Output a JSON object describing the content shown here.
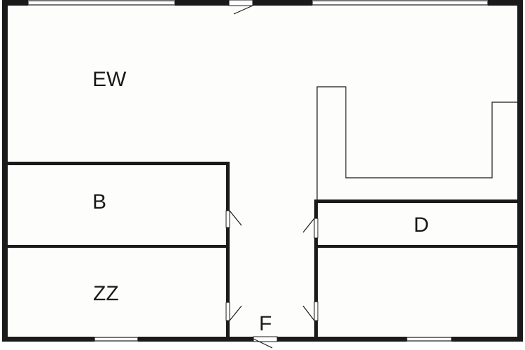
{
  "floor_plan": {
    "rooms": [
      {
        "id": "ew",
        "label": "EW"
      },
      {
        "id": "b",
        "label": "B"
      },
      {
        "id": "zz",
        "label": "ZZ"
      },
      {
        "id": "d",
        "label": "D"
      },
      {
        "id": "f",
        "label": "F"
      }
    ]
  }
}
